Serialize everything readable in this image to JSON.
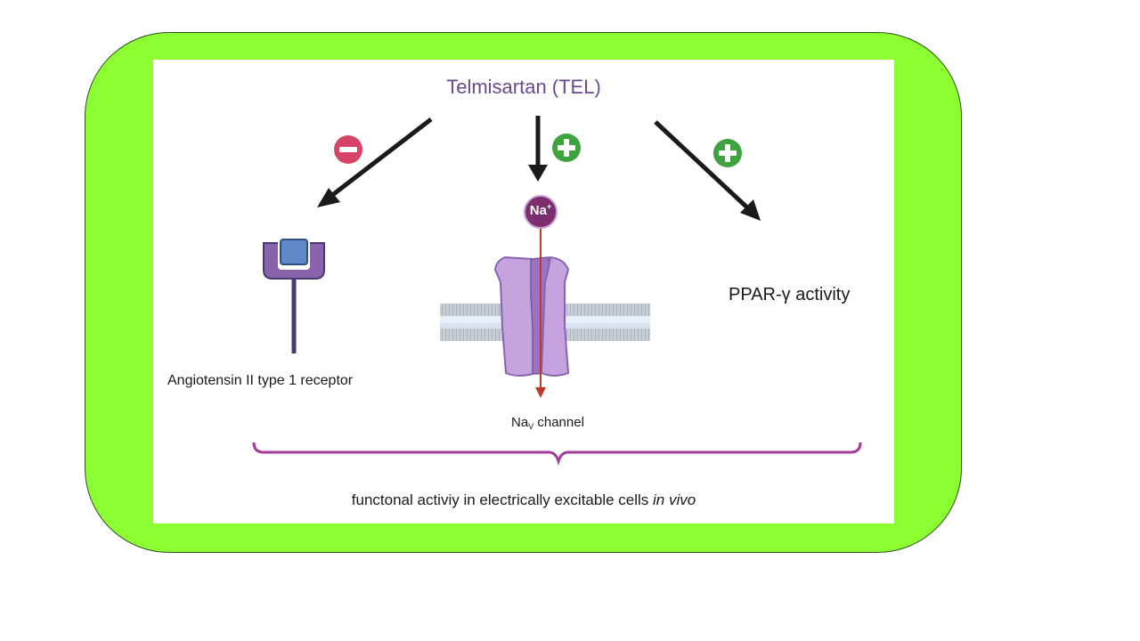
{
  "diagram": {
    "title": "Telmisartan (TEL)",
    "targets": {
      "at1_receptor": {
        "label": "Angiotensin II type 1 receptor",
        "effect": "inhibit"
      },
      "nav_channel": {
        "label_main": "Na",
        "label_sub": "V",
        "label_rest": " channel",
        "ion_main": "Na",
        "ion_sup": "+",
        "effect": "activate"
      },
      "ppar": {
        "label": "PPAR-γ activity",
        "effect": "activate"
      }
    },
    "footer": {
      "text": "functonal activiy in electrically excitable cells ",
      "italic": "in vivo"
    },
    "colors": {
      "frame": "#8cff32",
      "inhibit": "#d64566",
      "activate": "#3ea33e",
      "protein": "#8a63ad",
      "title": "#6a4a8c"
    }
  }
}
